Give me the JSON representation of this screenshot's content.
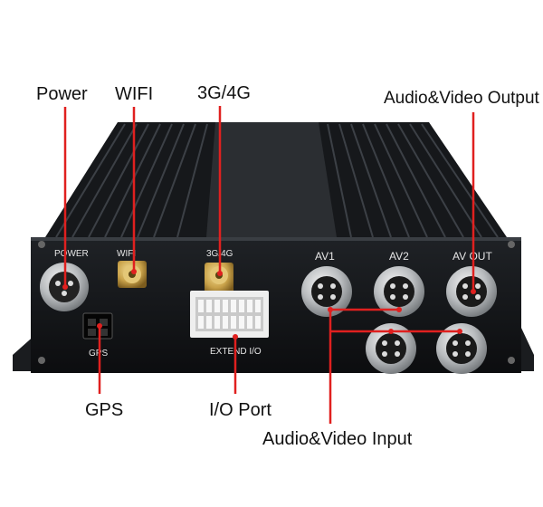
{
  "callouts": {
    "power": "Power",
    "wifi": "WIFI",
    "g3g4": "3G/4G",
    "av_output": "Audio&Video Output",
    "gps": "GPS",
    "io_port": "I/O Port",
    "av_input": "Audio&Video Input"
  },
  "panel_labels": {
    "power": "POWER",
    "wifi": "WIFI",
    "g3g4": "3G/4G",
    "av1": "AV1",
    "av2": "AV2",
    "av_out": "AV OUT",
    "gps": "GPS",
    "extend_io": "EXTEND I/O"
  },
  "colors": {
    "leader_line": "#e0201f",
    "chassis": "#1b1d20",
    "gold_connector": "#c9a24a"
  }
}
